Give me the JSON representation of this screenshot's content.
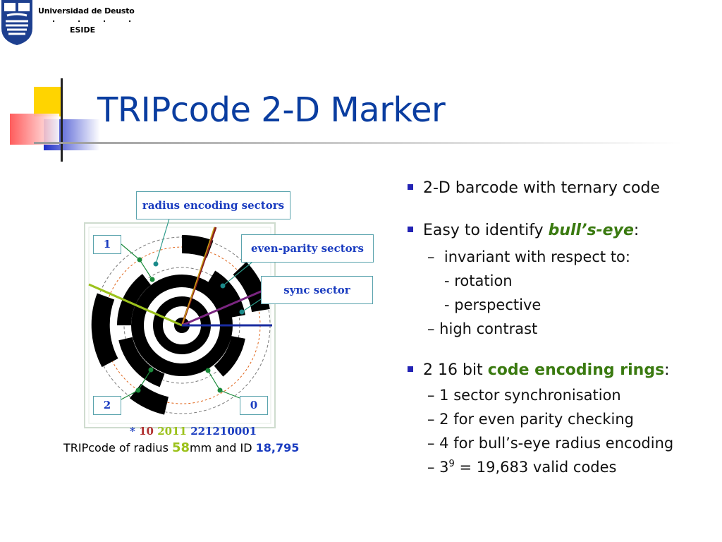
{
  "header": {
    "university": "Universidad de Deusto",
    "dots": ". . . .",
    "school": "ESIDE"
  },
  "slide": {
    "title": "TRIPcode 2-D Marker"
  },
  "figure": {
    "callouts": {
      "radius": "radius encoding sectors",
      "parity": "even-parity sectors",
      "sync": "sync sector",
      "ring1": "1",
      "ring2": "2",
      "ring0": "0"
    },
    "code": {
      "star": "*",
      "radius_part": "10",
      "parity_part": "2011",
      "id_part": "221210001"
    },
    "caption": {
      "prefix": "TRIPcode of radius ",
      "radius_value": "58",
      "mid": "mm and ID ",
      "id_value": "18,795"
    },
    "colors": {
      "radius": "#b03030",
      "parity": "#9cc21c",
      "id": "#1a3cc0"
    }
  },
  "bullets": {
    "b1": "2-D barcode with ternary code",
    "b2_pre": "Easy to identify ",
    "b2_em": "bull’s-eye",
    "b2_post": ":",
    "b2_sub1_dash": "–",
    "b2_sub1": "invariant with respect to:",
    "b2_sub1a": "-  rotation",
    "b2_sub1b": "-  perspective",
    "b2_sub2": "–  high contrast",
    "b3_pre": "2 16 bit ",
    "b3_em": "code encoding rings",
    "b3_post": ":",
    "b3_sub1": "–  1 sector synchronisation",
    "b3_sub2": "–  2 for even parity checking",
    "b3_sub3": "–  4 for bull’s-eye radius encoding",
    "b3_sub4_pre": "–  3",
    "b3_sub4_sup": "9",
    "b3_sub4_post": " = 19,683 valid codes"
  }
}
